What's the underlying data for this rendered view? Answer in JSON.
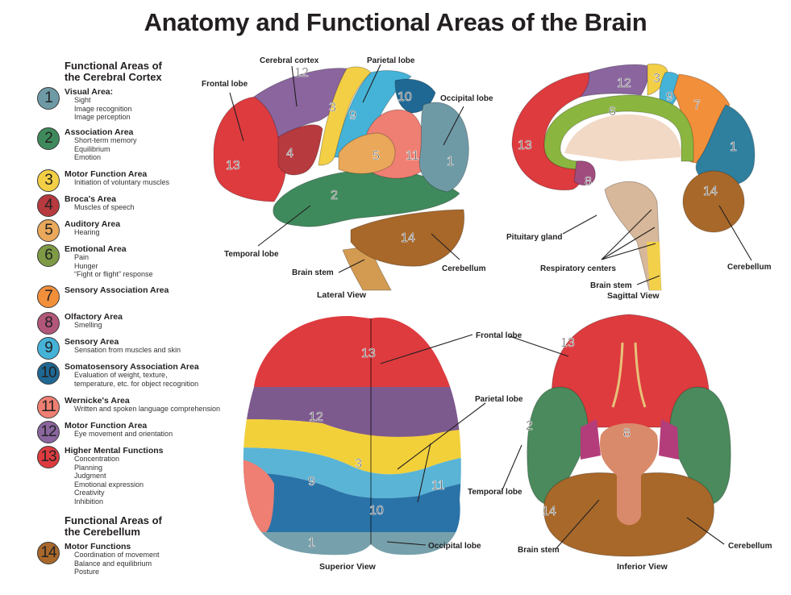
{
  "title": "Anatomy and Functional Areas of the Brain",
  "legend": {
    "cortex_heading": [
      "Functional Areas of",
      "the Cerebral Cortex"
    ],
    "cerebellum_heading": [
      "Functional Areas of",
      "the Cerebellum"
    ],
    "items": [
      {
        "num": "1",
        "color": "#6e9aa6",
        "title": "Visual Area:",
        "lines": [
          "Sight",
          "Image recognition",
          "Image perception"
        ]
      },
      {
        "num": "2",
        "color": "#3f8a5c",
        "title": "Association Area",
        "lines": [
          "Short-term memory",
          "Equilibrium",
          "Emotion"
        ]
      },
      {
        "num": "3",
        "color": "#f3cf45",
        "title": "Motor Function Area",
        "lines": [
          "Initiation of voluntary muscles"
        ]
      },
      {
        "num": "4",
        "color": "#b73a3f",
        "title": "Broca's Area",
        "lines": [
          "Muscles of speech"
        ]
      },
      {
        "num": "5",
        "color": "#e9a85a",
        "title": "Auditory Area",
        "lines": [
          "Hearing"
        ]
      },
      {
        "num": "6",
        "color": "#7e9a45",
        "title": "Emotional Area",
        "lines": [
          "Pain",
          "Hunger",
          "“Fight or flight” response"
        ]
      },
      {
        "num": "7",
        "color": "#f28f3b",
        "title": "Sensory Association Area",
        "lines": []
      },
      {
        "num": "8",
        "color": "#b2577a",
        "title": "Olfactory Area",
        "lines": [
          "Smelling"
        ]
      },
      {
        "num": "9",
        "color": "#45b3d8",
        "title": "Sensory Area",
        "lines": [
          "Sensation from muscles and skin"
        ]
      },
      {
        "num": "10",
        "color": "#1f6894",
        "title": "Somatosensory Association Area",
        "lines": [
          "Evaluation of weight, texture,",
          "temperature, etc. for object recognition"
        ]
      },
      {
        "num": "11",
        "color": "#ee7f72",
        "title": "Wernicke's Area",
        "lines": [
          "Written and spoken language comprehension"
        ]
      },
      {
        "num": "12",
        "color": "#8a659e",
        "title": "Motor Function Area",
        "lines": [
          "Eye movement and orientation"
        ]
      },
      {
        "num": "13",
        "color": "#de3b3f",
        "title": "Higher Mental Functions",
        "lines": [
          "Concentration",
          "Planning",
          "Judgment",
          "Emotional expression",
          "Creativity",
          "Inhibition"
        ]
      },
      {
        "num": "14",
        "color": "#a8682a",
        "title": "Motor Functions",
        "lines": [
          "Coordination of movement",
          "Balance and equilibrium",
          "Posture"
        ]
      }
    ]
  },
  "views": {
    "lateral": {
      "caption": "Lateral View",
      "labels": {
        "frontal": "Frontal lobe",
        "cortex": "Cerebral cortex",
        "parietal": "Parietal lobe",
        "occipital": "Occipital lobe",
        "temporal": "Temporal lobe",
        "brainstem": "Brain stem",
        "cerebellum": "Cerebellum"
      },
      "regions": [
        "13",
        "12",
        "4",
        "3",
        "9",
        "10",
        "5",
        "11",
        "1",
        "2",
        "14"
      ]
    },
    "sagittal": {
      "caption": "Sagittal View",
      "labels": {
        "pituitary": "Pituitary gland",
        "respiratory": "Respiratory centers",
        "brainstem": "Brain stem",
        "cerebellum": "Cerebellum"
      },
      "regions": [
        "13",
        "12",
        "3",
        "9",
        "7",
        "6",
        "1",
        "8",
        "14"
      ]
    },
    "superior": {
      "caption": "Superior View",
      "labels": {
        "frontal": "Frontal lobe",
        "parietal": "Parietal lobe",
        "occipital": "Occipital lobe"
      },
      "regions": [
        "13",
        "12",
        "3",
        "9",
        "10",
        "11",
        "1"
      ]
    },
    "inferior": {
      "caption": "Inferior View",
      "labels": {
        "temporal": "Temporal lobe",
        "brainstem": "Brain stem",
        "cerebellum": "Cerebellum"
      },
      "regions": [
        "13",
        "2",
        "8",
        "14"
      ]
    }
  }
}
